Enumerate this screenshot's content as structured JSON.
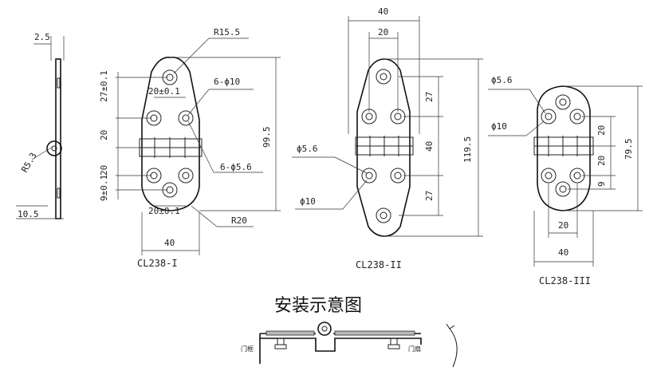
{
  "side_view": {
    "thickness": "2.5",
    "radius": "R5.3",
    "offset": "10.5"
  },
  "hinge1": {
    "model": "CL238-I",
    "r_top": "R15.5",
    "hole_big": "6-ϕ10",
    "hole_small": "6-ϕ5.6",
    "r_bottom": "R20",
    "d_top": "20±0.1",
    "d_bottom": "20±0.1",
    "d_27": "27±0.1",
    "d_20": "20",
    "d_9": "9±0.1",
    "d_120": "20",
    "height": "99.5",
    "width": "40"
  },
  "hinge2": {
    "model": "CL238-II",
    "width": "40",
    "inner": "20",
    "d1": "27",
    "d2": "40",
    "d3": "27",
    "height": "119.5",
    "hole_small": "ϕ5.6",
    "hole_big": "ϕ10"
  },
  "hinge3": {
    "model": "CL238-III",
    "hole_small": "ϕ5.6",
    "hole_big": "ϕ10",
    "d1": "20",
    "d2": "20",
    "d3": "9",
    "height": "79.5",
    "inner": "20",
    "width": "40"
  },
  "install": {
    "title": "安装示意图",
    "frame_label": "门框",
    "door_label": "门扇"
  }
}
